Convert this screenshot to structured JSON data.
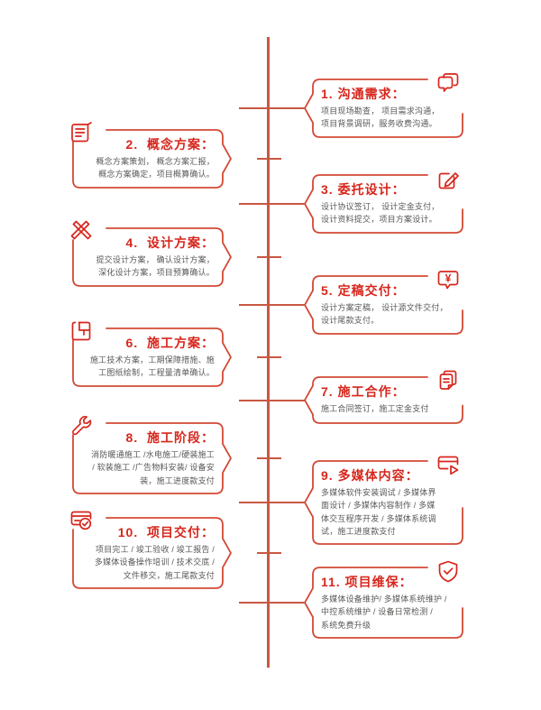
{
  "colors": {
    "accent_red": "#d7261c",
    "border_red": "#d34935",
    "timeline_red": "#c95742",
    "body_text": "#5a5857",
    "background": "#ffffff"
  },
  "steps": [
    {
      "num": "1.",
      "side": "right",
      "icon": "chat-bubbles-icon",
      "title": "1. 沟通需求：",
      "body": [
        "项目现场勘查， 项目需求沟通，",
        "项目背景调研，服务收费沟通。"
      ]
    },
    {
      "num": "2.",
      "side": "left",
      "icon": "document-lines-icon",
      "title": "2.  概念方案：",
      "body": [
        "概念方案策划， 概念方案汇报，",
        "概念方案确定，项目概算确认。"
      ]
    },
    {
      "num": "3.",
      "side": "right",
      "icon": "pencil-square-icon",
      "title": "3. 委托设计：",
      "body": [
        "设计协议签订， 设计定金支付，",
        "设计资料提交，项目方案设计。"
      ]
    },
    {
      "num": "4.",
      "side": "left",
      "icon": "design-tools-icon",
      "title": "4.  设计方案：",
      "body": [
        "提交设计方案， 确认设计方案，",
        "深化设计方案，项目预算确认。"
      ]
    },
    {
      "num": "5.",
      "side": "right",
      "icon": "yuan-bubble-icon",
      "title": "5. 定稿交付：",
      "body": [
        "设计方案定稿， 设计源文件交付，",
        "设计尾款支付。"
      ]
    },
    {
      "num": "6.",
      "side": "left",
      "icon": "floor-plan-icon",
      "title": "6.  施工方案：",
      "body": [
        "施工技术方案，工期保障措施、施",
        "工图纸绘制，工程量清单确认。"
      ]
    },
    {
      "num": "7.",
      "side": "right",
      "icon": "documents-icon",
      "title": "7. 施工合作：",
      "body": [
        "施工合同签订，施工定金支付"
      ]
    },
    {
      "num": "8.",
      "side": "left",
      "icon": "wrench-icon",
      "title": "8.  施工阶段：",
      "body": [
        "消防暖通施工 /水电施工/硬装施工",
        "/ 软装施工 /广告物料安装/ 设备安",
        "装，施工进度款支付"
      ]
    },
    {
      "num": "9.",
      "side": "right",
      "icon": "media-window-play-icon",
      "title": "9. 多媒体内容：",
      "body": [
        "多媒体软件安装调试 / 多媒体界",
        "面设计 / 多媒体内容制作 / 多媒",
        "体交互程序开发 / 多媒体系统调",
        "试，施工进度款支付"
      ]
    },
    {
      "num": "10.",
      "side": "left",
      "icon": "checklist-card-icon",
      "title": "10.  项目交付：",
      "body": [
        "项目完工 / 竣工验收 / 竣工报告 /",
        "多媒体设备操作培训 / 技术交底 /",
        "文件移交，施工尾款支付"
      ]
    },
    {
      "num": "11.",
      "side": "right",
      "icon": "shield-check-icon",
      "title": "11. 项目维保：",
      "body": [
        "多媒体设备维护/ 多媒体系统维护 /",
        "中控系统维护 / 设备日常检测 /",
        "系统免费升级"
      ]
    }
  ]
}
